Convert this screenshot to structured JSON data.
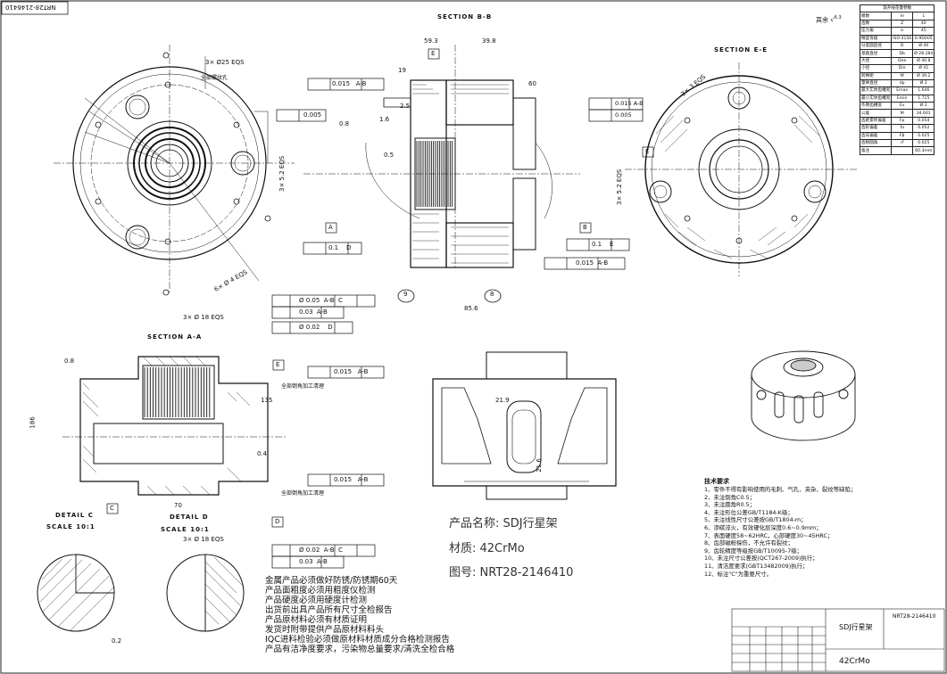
{
  "drawing": {
    "title_rotated": "NRT28-2146410",
    "roughness_other": "其余",
    "roughness_value": "6.3",
    "sections": {
      "bb": "SECTION B-B",
      "ee": "SECTION E-E",
      "aa": "SECTION A-A",
      "detail_c": "DETAIL C",
      "detail_c_scale": "SCALE 10:1",
      "detail_d": "DETAIL D",
      "detail_d_scale": "SCALE 10:1"
    },
    "callouts": {
      "holes_top": "3× Ø25 EQS",
      "holes_left": "3× 5.2 EQS",
      "holes_4": "6× Ø 4 EQS",
      "pin_aa": "3× Ø 18 EQS",
      "pin_dd": "3× Ø 18 EQS",
      "holes_ee": "3× 3 EQS",
      "holes_ee2": "3× 5.2 EQS"
    },
    "frames": {
      "f1": [
        "0.015",
        "A-B"
      ],
      "f2": [
        "0.005"
      ],
      "f3": [
        "0.015",
        "A-B"
      ],
      "f4": [
        "0.005"
      ],
      "f5": [
        "0.1",
        "D"
      ],
      "f6": [
        "0.1",
        "E"
      ],
      "f7": [
        "0.015",
        "A-B"
      ],
      "f8": [
        "Ø 0.05",
        "A-B",
        "C"
      ],
      "f9": [
        "0.03",
        "A-B"
      ],
      "f10": [
        "Ø 0.02",
        "D"
      ],
      "f11": [
        "0.015",
        "A-B"
      ],
      "f12": [
        "0.015",
        "A-B"
      ],
      "f13": [
        "Ø 0.02",
        "A-B",
        "C"
      ],
      "f14": [
        "0.03",
        "A-B"
      ]
    },
    "dims": {
      "d1": "59.3",
      "d2": "39.8",
      "d3": "19",
      "d4": "60",
      "d5": "85.6",
      "d6": "135",
      "d7": "70",
      "d8": "186",
      "d9": "21.9",
      "d10": "21.6",
      "d11": "0.8",
      "d12": "1.6",
      "d13": "2.5",
      "d14": "0.5",
      "d15": "0.4",
      "d16": "0.2"
    },
    "datum_labels": {
      "a": "A",
      "b": "B",
      "c": "C",
      "d": "D",
      "e": "E"
    },
    "balloons": {
      "b9": "9",
      "b8": "8"
    },
    "annot_zh": {
      "a1": "全部螺纹孔",
      "a2": "全部倒角加工清理",
      "a3": "全部倒角加工清理"
    },
    "product": {
      "name": "产品名称: SDJ行星架",
      "material": "材质: 42CrMo",
      "drawing_no": "图号: NRT28-2146410"
    },
    "notes_zh": [
      "金属产品必须做好防锈/防锈期60天",
      "产品面粗度必须用粗度仪检测",
      "产品硬度必须用硬度计检测",
      "出货前出具产品所有尺寸全检报告",
      "产品原材料必须有材质证明",
      "发货时附带提供产品原材料料头",
      "IQC进料检验必须做原材料材质成分合格检测报告",
      "产品有洁净度要求，污染物总量要求/清洗全检合格"
    ],
    "tech_req_title": "技术要求",
    "tech_requirements": [
      "1、零件不得有影响使用的毛刺、气孔、夹杂、裂纹等缺陷；",
      "2、未注倒角C0.5；",
      "3、未注圆角R0.5；",
      "4、未注形位公差GB/T1184-K级；",
      "5、未注线性尺寸公差按GB/T1804-m；",
      "6、渗碳淬火，有效硬化层深度0.6~0.9mm；",
      "7、表面硬度58~62HRC，心部硬度30~45HRC；",
      "8、齿部磁粉探伤，不允许有裂纹；",
      "9、齿轮精度等级按GB/T10095-7级；",
      "10、未注尺寸公差按(QCT267-2009)执行；",
      "11、清洁度要求(GBT13482009)执行；",
      "12、标注\"C\"为重要尺寸。"
    ],
    "param_table": {
      "title": "渐开线花键参数",
      "rows": [
        [
          "模数",
          "m",
          "1"
        ],
        [
          "齿数",
          "Z",
          "40"
        ],
        [
          "压力角",
          "α",
          "45"
        ],
        [
          "精度等级",
          "ISO 4156",
          "6-9D005"
        ],
        [
          "分度圆直径",
          "D",
          "Ø 40"
        ],
        [
          "基圆直径",
          "Db",
          "Ø 28.284"
        ],
        [
          "大径",
          "Dee",
          "Ø 40.8"
        ],
        [
          "小径",
          "Die",
          "Ø 41"
        ],
        [
          "跨棒距",
          "M",
          "Ø 39.2"
        ],
        [
          "量棒直径",
          "dp",
          "Ø 2"
        ],
        [
          "最大实体齿槽宽",
          "Emax",
          "1.646"
        ],
        [
          "最小实体齿槽宽",
          "Emin",
          "1.715"
        ],
        [
          "作用齿槽宽",
          "Ev",
          "Ø 2"
        ],
        [
          "公差",
          "M",
          "34.601"
        ],
        [
          "齿距累积偏差",
          "Fp",
          "0.054"
        ],
        [
          "齿形偏差",
          "fa",
          "0.052"
        ],
        [
          "齿向偏差",
          "Fβ",
          "0.025"
        ],
        [
          "齿根圆角",
          "rf",
          "0.025"
        ],
        [
          "备注",
          "",
          "60.3mm"
        ]
      ]
    },
    "title_block": {
      "code": "NRT28-2146410",
      "name": "SDJ行星架",
      "material": "42CrMo"
    }
  }
}
